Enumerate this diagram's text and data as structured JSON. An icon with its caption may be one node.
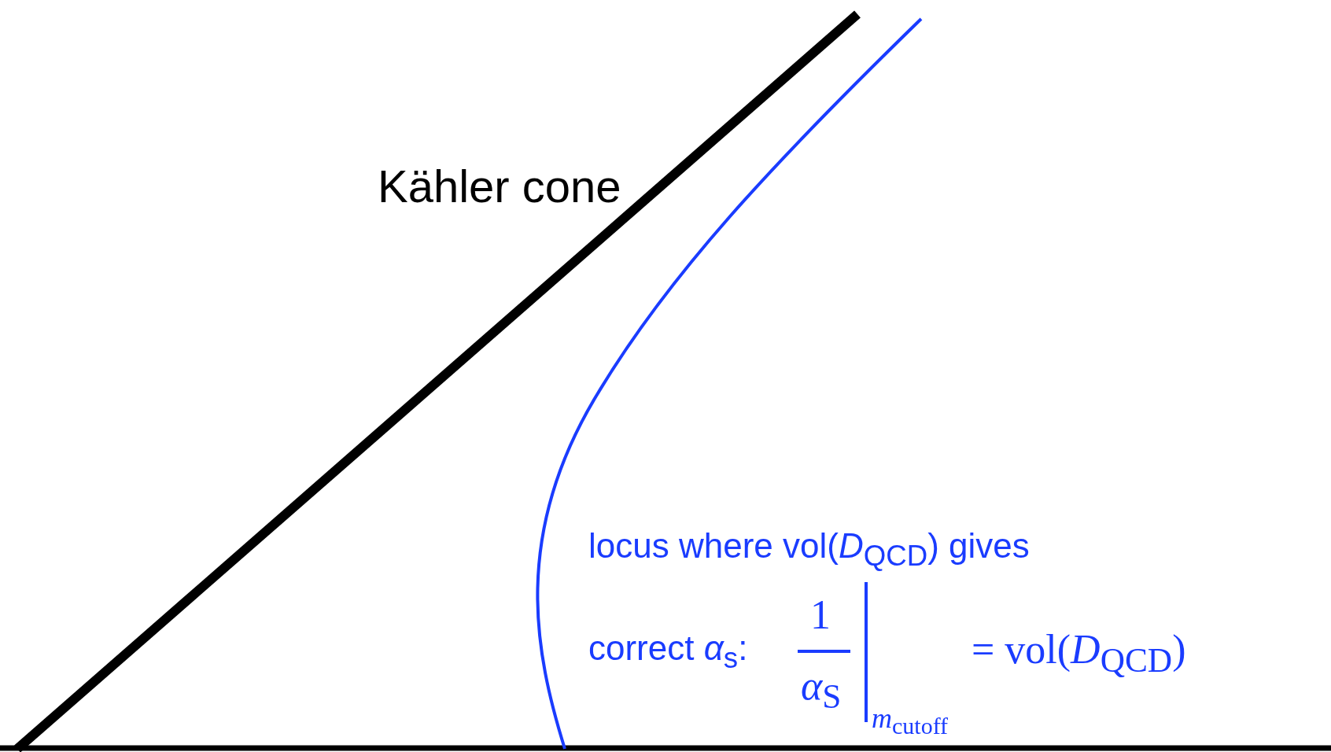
{
  "diagram": {
    "labels": [
      "Kähler cone",
      "locus where vol(*D*$_{QCD}$) gives",
      "correct *α*$_{s}$:",
      "1",
      "*α*$_{S}$",
      "*m*$_{cutoff}$",
      "= vol(*D*$_{QCD}$)"
    ]
  }
}
